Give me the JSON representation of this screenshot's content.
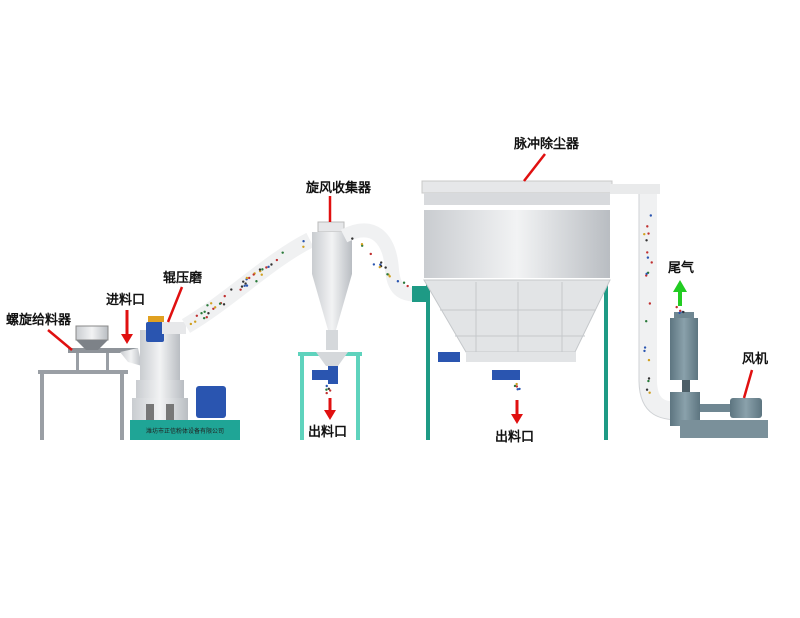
{
  "labels": {
    "screw_feeder": "螺旋给料器",
    "feed_inlet": "进料口",
    "roller_mill": "辊压磨",
    "cyclone_collector": "旋风收集器",
    "cyclone_outlet": "出料口",
    "pulse_dust_collector": "脉冲除尘器",
    "collector_outlet": "出料口",
    "exhaust": "尾气",
    "fan": "风机"
  },
  "company_plate": "潍坊市正信粉体设备有限公司",
  "colors": {
    "pointer": "#e01010",
    "exhaust_arrow": "#22cc22",
    "frame": "#1e9a85",
    "equipment": "#e4e6e8",
    "motor": "#2a55b0",
    "fan": "#6f8792"
  }
}
